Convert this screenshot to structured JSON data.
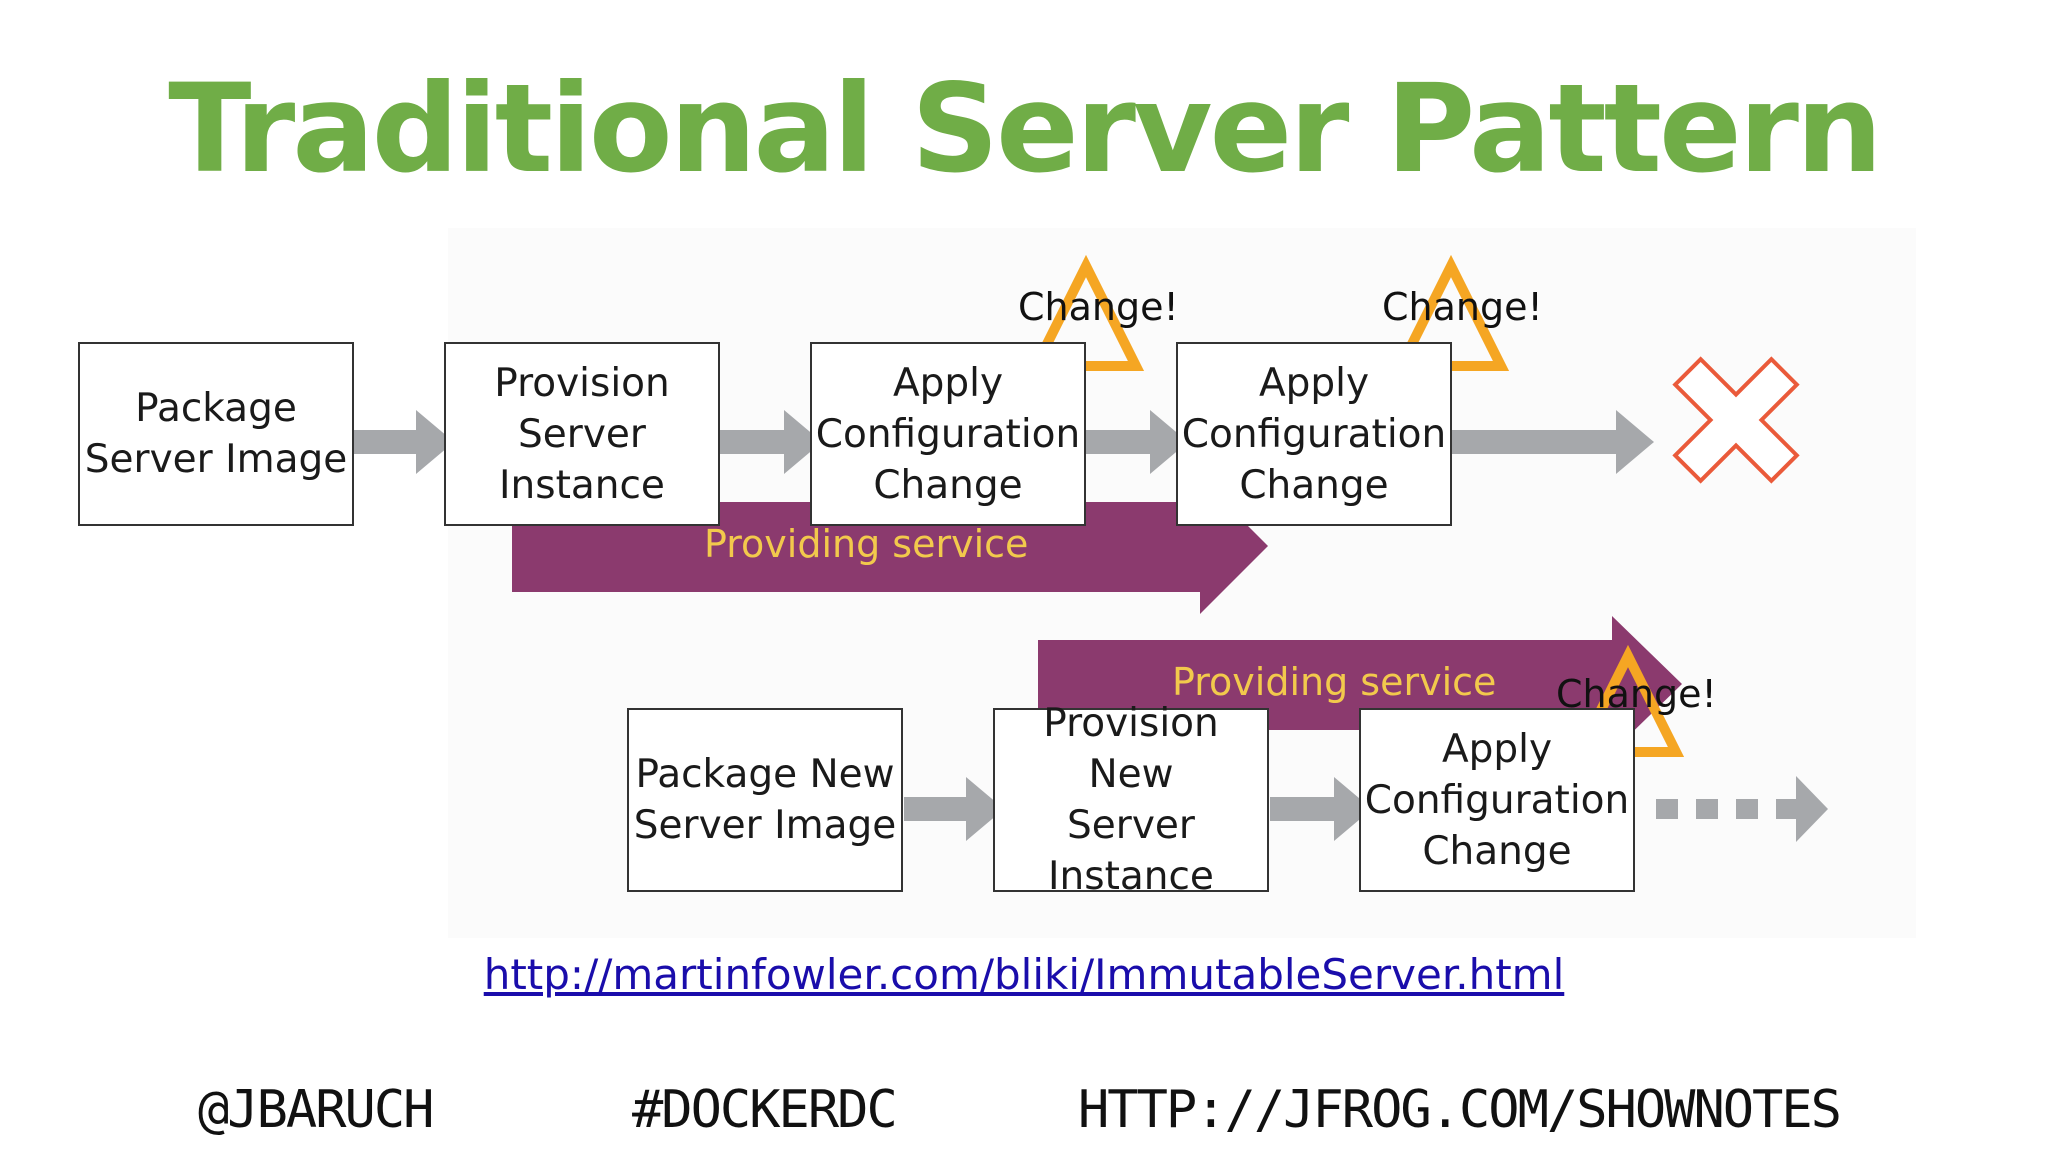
{
  "title": "Traditional Server Pattern",
  "row1": {
    "boxes": [
      "Package\nServer Image",
      "Provision\nServer\nInstance",
      "Apply\nConfiguration\nChange",
      "Apply\nConfiguration\nChange"
    ],
    "service_label": "Providing service",
    "change_labels": [
      "Change!",
      "Change!"
    ]
  },
  "row2": {
    "boxes": [
      "Package New\nServer Image",
      "Provision New\nServer\nInstance",
      "Apply\nConfiguration\nChange"
    ],
    "service_label": "Providing service",
    "change_label": "Change!"
  },
  "colors": {
    "title": "#70ad47",
    "service_band": "#8b3a6e",
    "service_text": "#f2c94c",
    "warning_triangle": "#f5a623",
    "arrow": "#a6a8ab",
    "terminate_cross": "#ea5a3a",
    "link": "#1a0dab"
  },
  "icons": {
    "warning": "warning-triangle-icon",
    "terminate": "x-cross-icon"
  },
  "link": "http://martinfowler.com/bliki/ImmutableServer.html",
  "footer": {
    "handle": "@JBARUCH",
    "hashtag": "#DOCKERDC",
    "url": "HTTP://JFROG.COM/SHOWNOTES"
  }
}
